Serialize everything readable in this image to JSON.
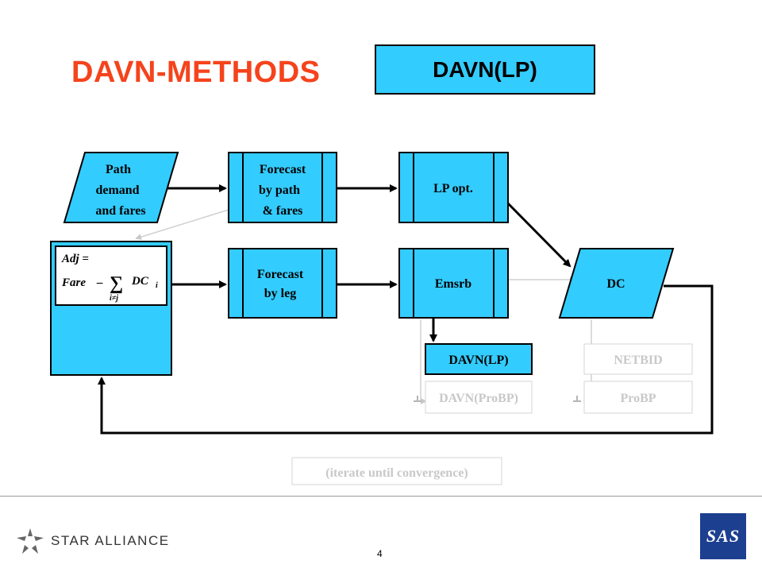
{
  "slide": {
    "title": "DAVN-METHODS",
    "method_box": "DAVN(LP)",
    "page_number": "4"
  },
  "nodes": {
    "path_demand": [
      "Path",
      "demand",
      "and fares"
    ],
    "forecast_path": [
      "Forecast",
      "by path",
      "& fares"
    ],
    "lp_opt": "LP opt.",
    "forecast_leg": [
      "Forecast",
      "by leg"
    ],
    "emsrb": "Emsrb",
    "dc": "DC",
    "davn_lp": "DAVN(LP)",
    "davn_probp": "DAVN(ProBP)",
    "netbid": "NETBID",
    "probp": "ProBP",
    "iterate": "(iterate until convergence)"
  },
  "formula": {
    "line1": "Adj =",
    "fare": "Fare",
    "minus": "–",
    "sigma": "∑",
    "dc": "DC",
    "sub_i": "i",
    "sub_ij": "i≠j"
  },
  "footer": {
    "alliance": "STAR ALLIANCE",
    "sas": "SAS",
    "star_icon": "star-alliance-icon"
  },
  "colors": {
    "title": "#f5431c",
    "box_fill": "#33ccff",
    "dim": "#c8c8c8",
    "sas_blue": "#1c3f8f"
  }
}
